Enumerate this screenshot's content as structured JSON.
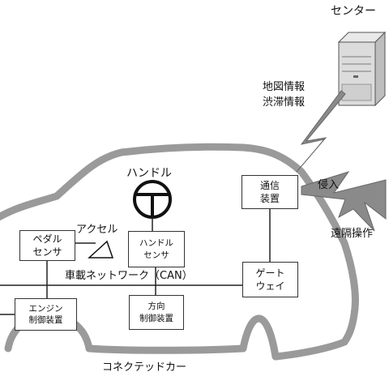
{
  "center": {
    "label": "センター"
  },
  "center_info": {
    "line1": "地図情報",
    "line2": "渋滞情報"
  },
  "intrusion": {
    "label": "侵入"
  },
  "remote_op": {
    "label": "遠隔操作"
  },
  "steering_wheel": {
    "label": "ハンドル"
  },
  "accelerator": {
    "label": "アクセル"
  },
  "comm_unit": {
    "line1": "通信",
    "line2": "装置"
  },
  "gateway": {
    "line1": "ゲート",
    "line2": "ウェイ"
  },
  "pedal_sensor": {
    "line1": "ペダル",
    "line2": "センサ"
  },
  "steering_sensor": {
    "line1": "ハンドル",
    "line2": "センサ"
  },
  "engine_ctrl": {
    "line1": "エンジン",
    "line2": "制御装置"
  },
  "direction_ctrl": {
    "line1": "方向",
    "line2": "制御装置"
  },
  "network": {
    "label": "車載ネットワーク（CAN）"
  },
  "car": {
    "label": "コネクテッドカー"
  }
}
